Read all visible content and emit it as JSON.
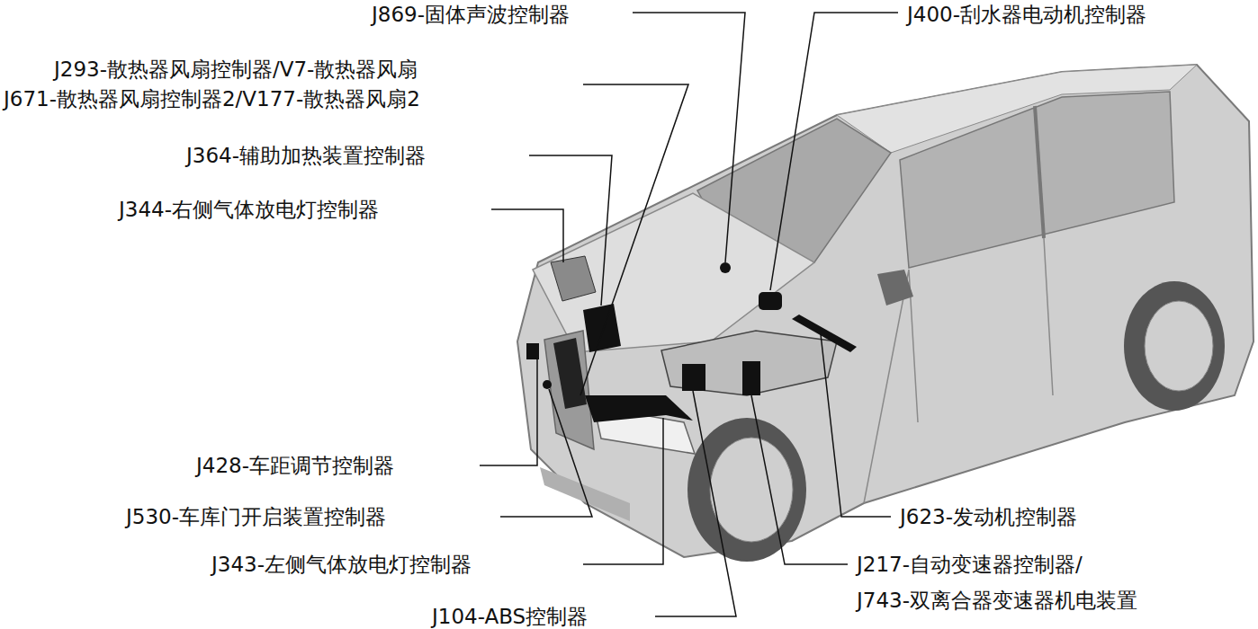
{
  "diagram": {
    "labels": [
      "J869-固体声波控制器",
      "J400-刮水器电动机控制器",
      "J293-散热器风扇控制器/V7-散热器风扇",
      "J671-散热器风扇控制器2/V177-散热器风扇2",
      "J364-辅助加热装置控制器",
      "J344-右侧气体放电灯控制器",
      "J428-车距调节控制器",
      "J530-车库门开启装置控制器",
      "J623-发动机控制器",
      "J343-左侧气体放电灯控制器",
      "J217-自动变速器控制器/",
      "J743-双离合器变速器机电装置",
      "J104-ABS控制器"
    ]
  }
}
